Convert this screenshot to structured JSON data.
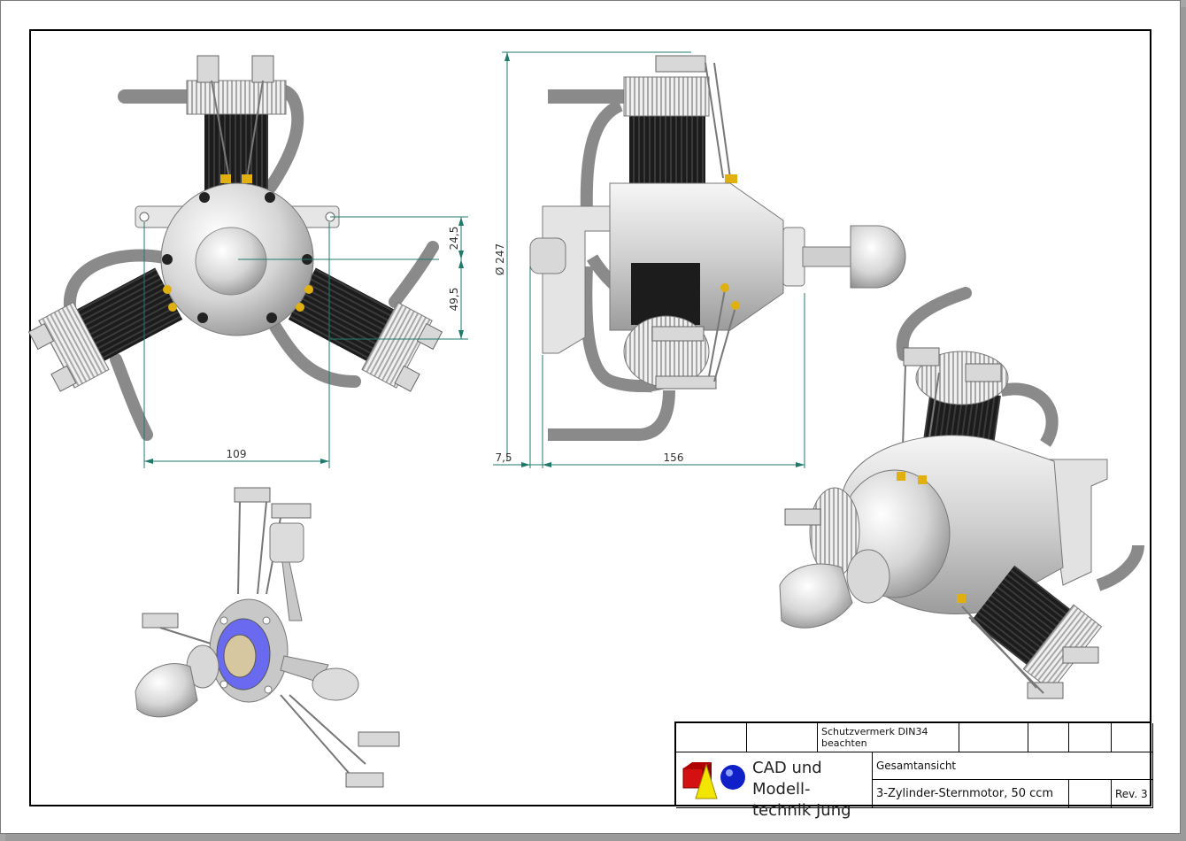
{
  "drawing": {
    "views": [
      "front-view",
      "side-view",
      "isometric-view",
      "crank-mechanism-view"
    ],
    "dimensions": {
      "front_width": "109",
      "front_offset_upper": "24,5",
      "front_offset_lower": "49,5",
      "side_diameter": "Ø 247",
      "side_offset": "7,5",
      "side_length": "156"
    }
  },
  "title_block": {
    "protection_note": "Schutzvermerk DIN34 beachten",
    "company_line1": "CAD und Modell-",
    "company_line2": "technik Jung",
    "drawing_type": "Gesamtansicht",
    "part_name": "3-Zylinder-Sternmotor, 50 ccm",
    "revision": "Rev. 3"
  },
  "colors": {
    "dimension_line": "#1f7a6a",
    "cylinder_black": "#1c1c1c",
    "housing_silver": "#d8d8d8",
    "logo_red": "#d41010",
    "logo_yellow": "#f2e600",
    "logo_blue": "#1020c8"
  }
}
